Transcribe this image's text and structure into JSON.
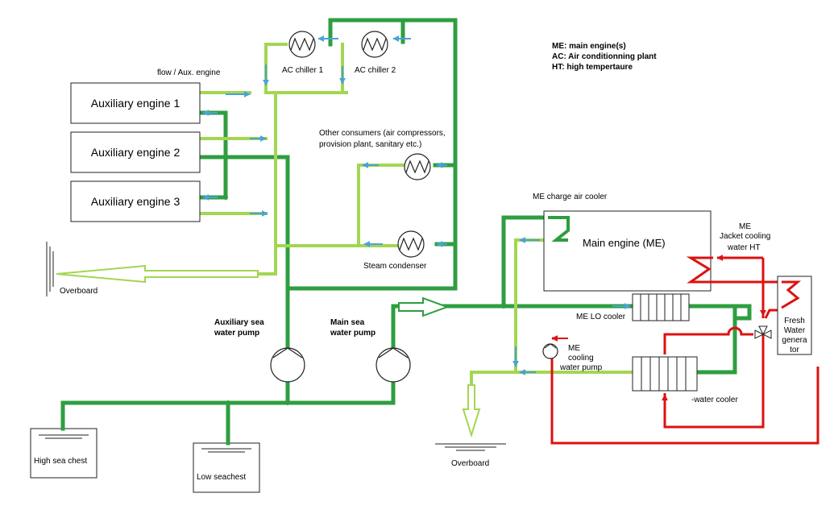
{
  "engines": [
    {
      "label": "Auxiliary engine 1"
    },
    {
      "label": "Auxiliary engine 2"
    },
    {
      "label": "Auxiliary engine 3"
    }
  ],
  "main_engine": {
    "label": "Main engine (ME)"
  },
  "legend": [
    "ME: main engine(s)",
    "AC: Air conditionning plant",
    "HT: high tempertaure"
  ],
  "labels": {
    "flow_aux": "flow / Aux. engine",
    "ac_chiller_1": "AC chiller 1",
    "ac_chiller_2": "AC chiller 2",
    "other_consumers_1": "Other consumers (air compressors,",
    "other_consumers_2": "provision plant, sanitary etc.)",
    "steam_condenser": "Steam condenser",
    "overboard_left": "Overboard",
    "overboard_right": "Overboard",
    "aux_pump_1": "Auxiliary sea",
    "aux_pump_2": "water pump",
    "main_pump_1": "Main sea",
    "main_pump_2": "water pump",
    "me_charge_air_cooler": "ME charge air cooler",
    "me_jacket_1": "ME",
    "me_jacket_2": "Jacket cooling",
    "me_jacket_3": "water HT",
    "me_lo_cooler": "ME LO cooler",
    "me_cw_pump_1": "ME",
    "me_cw_pump_2": "cooling",
    "me_cw_pump_3": "water pump",
    "water_cooler": "-water cooler",
    "fwg_1": "Fresh",
    "fwg_2": "Water",
    "fwg_3": "genera",
    "fwg_4": "tor",
    "high_sea_chest": "High sea chest",
    "low_sea_chest": "Low seachest"
  },
  "colors": {
    "sea_water_suction": "#2e9e40",
    "sea_water_return": "#a3d651",
    "ht_fresh_water": "#dd1111",
    "arrow_blue": "#4aa3d8"
  }
}
